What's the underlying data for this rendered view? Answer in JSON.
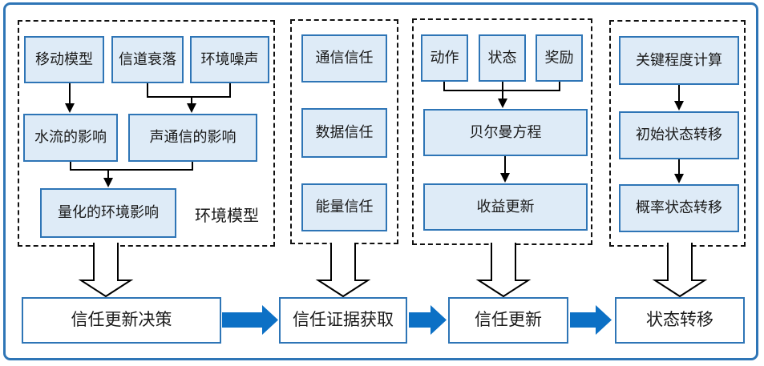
{
  "colors": {
    "frame_border": "#2E75B6",
    "group_border": "#111111",
    "box_fill": "#DEEBF7",
    "box_border": "#2E75B6",
    "flow_arrow": "#0C70C5",
    "connector": "#000000",
    "hollow_arrow_fill": "#FFFFFF",
    "text": "#1A1A1A"
  },
  "groups": [
    {
      "id": "environment-model",
      "caption": "环境模型",
      "boxes": [
        "移动模型",
        "信道衰落",
        "环境噪声",
        "水流的影响",
        "声通信的影响",
        "量化的环境影响"
      ]
    },
    {
      "id": "trust-evidence-types",
      "boxes": [
        "通信信任",
        "数据信任",
        "能量信任"
      ]
    },
    {
      "id": "bellman-update",
      "boxes": [
        "动作",
        "状态",
        "奖励",
        "贝尔曼方程",
        "收益更新"
      ]
    },
    {
      "id": "state-transition-calc",
      "boxes": [
        "关键程度计算",
        "初始状态转移",
        "概率状态转移"
      ]
    }
  ],
  "flow_steps": [
    "信任更新决策",
    "信任证据获取",
    "信任更新",
    "状态转移"
  ]
}
